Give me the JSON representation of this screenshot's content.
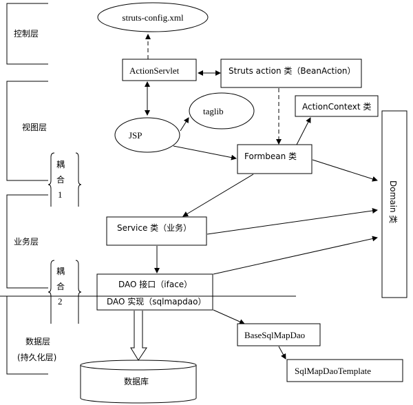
{
  "layers": {
    "control": "控制层",
    "view": "视图层",
    "business": "业务层",
    "data_line1": "数据层",
    "data_line2": "(持久化层)"
  },
  "coupling1": {
    "c1": "耦",
    "c2": "合",
    "n": "1"
  },
  "coupling2": {
    "c1": "耦",
    "c2": "合",
    "n": "2"
  },
  "nodes": {
    "struts_config": "struts-config.xml",
    "action_servlet": "ActionServlet",
    "struts_action": "Struts action 类（BeanAction）",
    "taglib": "taglib",
    "jsp": "JSP",
    "action_context": "ActionContext 类",
    "formbean": "Formbean 类",
    "domain": "Domain 类",
    "service": "Service 类（业务）",
    "dao_iface": "DAO 接口（iface）",
    "dao_impl": "DAO 实现（sqlmapdao）",
    "base_sql_map_dao": "BaseSqlMapDao",
    "sql_map_dao_template": "SqlMapDaoTemplate",
    "database": "数据库"
  }
}
